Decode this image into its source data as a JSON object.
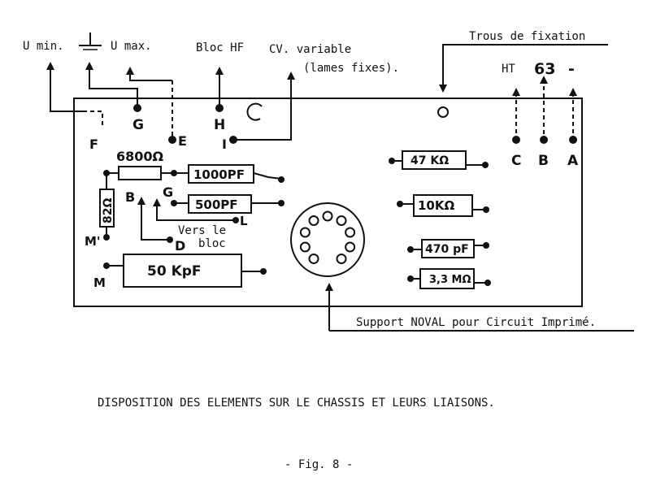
{
  "top_labels": {
    "u_min": "U min.",
    "u_max": "U max.",
    "bloc_hf": "Bloc HF",
    "cv_line1": "CV. variable",
    "cv_line2": "(lames fixes).",
    "trous": "Trous de fixation",
    "ht": "HT",
    "ht_value": "63",
    "minus": "-"
  },
  "terminals": {
    "f": "F",
    "g": "G",
    "e": "E",
    "h": "H",
    "i": "I",
    "c": "C",
    "b": "B",
    "a": "A",
    "b_left": "B",
    "g_left": "G",
    "l": "L",
    "m_prime": "M'",
    "d": "D",
    "m": "M"
  },
  "components": {
    "r_6800": "6800Ω",
    "c_1000": "1000PF",
    "c_500": "500PF",
    "r_82": "82Ω",
    "c_50k": "50 KpF",
    "r_47k": "47 KΩ",
    "r_10k": "10KΩ",
    "c_470": "470 pF",
    "r_33m": "3,3 MΩ"
  },
  "notes": {
    "vers_line1": "Vers le",
    "vers_line2": "bloc",
    "support": "Support NOVAL pour Circuit Imprimé."
  },
  "caption": "DISPOSITION DES ELEMENTS SUR LE CHASSIS ET LEURS LIAISONS.",
  "figure": "- Fig. 8 -"
}
